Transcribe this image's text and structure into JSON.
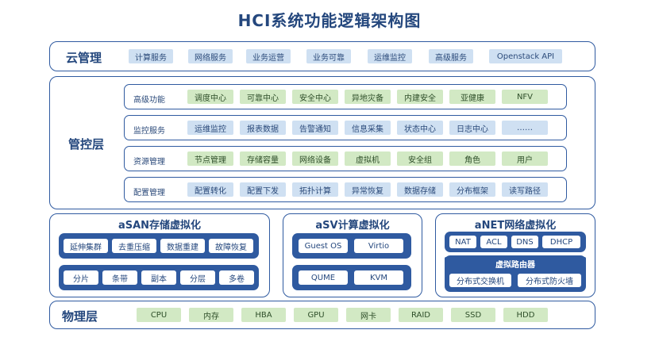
{
  "title": "HCI系统功能逻辑架构图",
  "cloud": {
    "label": "云管理",
    "items": [
      "计算服务",
      "网络服务",
      "业务运营",
      "业务可靠",
      "运维监控",
      "高级服务",
      "Openstack API"
    ]
  },
  "control": {
    "label": "管控层",
    "rows": [
      {
        "label": "高级功能",
        "items": [
          "调度中心",
          "可靠中心",
          "安全中心",
          "异地灾备",
          "内建安全",
          "亚健康",
          "NFV"
        ]
      },
      {
        "label": "监控服务",
        "items": [
          "运维监控",
          "报表数据",
          "告警通知",
          "信息采集",
          "状态中心",
          "日志中心",
          "……"
        ]
      },
      {
        "label": "资源管理",
        "items": [
          "节点管理",
          "存储容量",
          "网络设备",
          "虚拟机",
          "安全组",
          "角色",
          "用户"
        ]
      },
      {
        "label": "配置管理",
        "items": [
          "配置转化",
          "配置下发",
          "拓扑计算",
          "异常恢复",
          "数据存储",
          "分布框架",
          "读写路径"
        ]
      }
    ]
  },
  "asan": {
    "title": "aSAN存储虚拟化",
    "row1": [
      "延伸集群",
      "去重压缩",
      "数据重建",
      "故障恢复"
    ],
    "row2": [
      "分片",
      "条带",
      "副本",
      "分层",
      "多卷"
    ]
  },
  "asv": {
    "title": "aSV计算虚拟化",
    "row1": [
      "Guest OS",
      "Virtio"
    ],
    "row2": [
      "QUME",
      "KVM"
    ]
  },
  "anet": {
    "title": "aNET网络虚拟化",
    "row1": [
      "NAT",
      "ACL",
      "DNS",
      "DHCP"
    ],
    "router": "虚拟路由器",
    "row2": [
      "分布式交换机",
      "分布式防火墙"
    ]
  },
  "physical": {
    "label": "物理层",
    "items": [
      "CPU",
      "内存",
      "HBA",
      "GPU",
      "网卡",
      "RAID",
      "SSD",
      "HDD"
    ]
  }
}
